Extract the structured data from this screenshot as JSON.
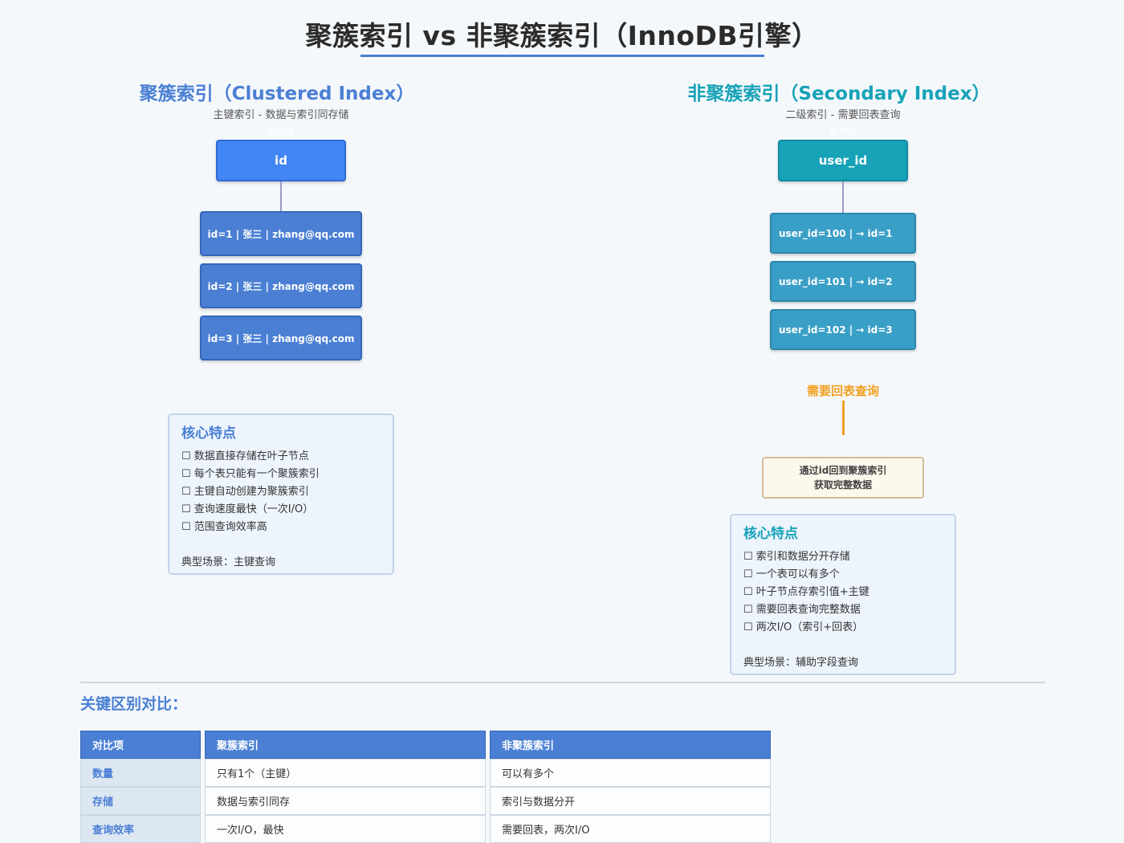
{
  "title": "聚簇索引 vs 非聚簇索引（InnoDB引擎）",
  "clustered": {
    "title": "聚簇索引（Clustered Index）",
    "subtitle": "主键索引 - 数据与索引同存储",
    "root_label": "根节点",
    "root": "id",
    "leaves": [
      "id=1 | 张三 | zhang@qq.com",
      "id=2 | 张三 | zhang@qq.com",
      "id=3 | 张三 | zhang@qq.com"
    ],
    "features_title": "核心特点",
    "features": [
      "☐ 数据直接存储在叶子节点",
      "☐ 每个表只能有一个聚簇索引",
      "☐ 主键自动创建为聚簇索引",
      "☐ 查询速度最快（一次I/O）",
      "☐ 范围查询效率高"
    ],
    "scenario": "典型场景：主键查询"
  },
  "secondary": {
    "title": "非聚簇索引（Secondary Index）",
    "subtitle": "二级索引 - 需要回表查询",
    "root_label": "根节点",
    "root": "user_id",
    "leaves": [
      "user_id=100 | → id=1",
      "user_id=101 | → id=2",
      "user_id=102 | → id=3"
    ],
    "lookup_label": "需要回表查询",
    "lookup_box_line1": "通过id回到聚簇索引",
    "lookup_box_line2": "获取完整数据",
    "features_title": "核心特点",
    "features": [
      "☐ 索引和数据分开存储",
      "☐ 一个表可以有多个",
      "☐ 叶子节点存索引值+主键",
      "☐ 需要回表查询完整数据",
      "☐ 两次I/O（索引+回表）"
    ],
    "scenario": "典型场景：辅助字段查询"
  },
  "comparison": {
    "title": "关键区别对比：",
    "headers": [
      "对比项",
      "聚簇索引",
      "非聚簇索引"
    ],
    "rows": [
      [
        "数量",
        "只有1个（主键）",
        "可以有多个"
      ],
      [
        "存储",
        "数据与索引同存",
        "索引与数据分开"
      ],
      [
        "查询效率",
        "一次I/O，最快",
        "需要回表，两次I/O"
      ]
    ]
  },
  "colors": {
    "clustered_accent": "#4a7fd4",
    "clustered_root": "#4285f4",
    "secondary_accent": "#17a2b8",
    "secondary_leaf": "#3a9fc7",
    "lookup": "#f0a020"
  }
}
